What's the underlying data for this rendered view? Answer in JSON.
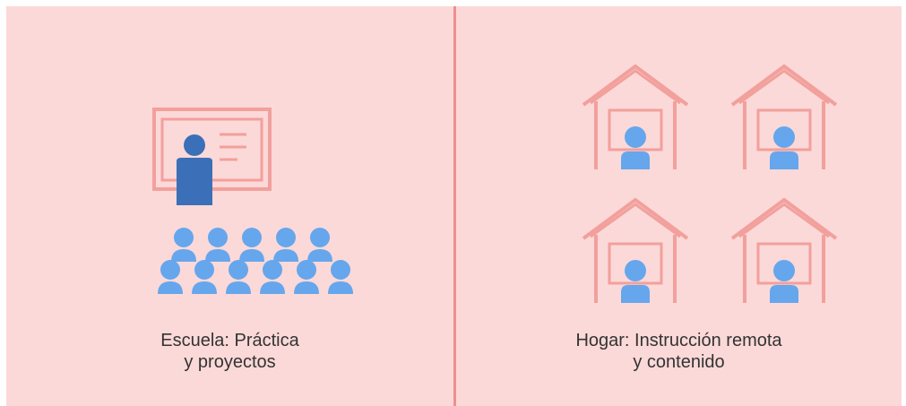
{
  "colors": {
    "background": "#fbd9d8",
    "divider": "#ee8f8d",
    "outline": "#f2a09c",
    "student_blue": "#66a6ec",
    "teacher_blue": "#3b70b8",
    "caption_text": "#333333"
  },
  "school": {
    "icon": "classroom-icon",
    "caption_line1": "Escuela: Práctica",
    "caption_line2": "y proyectos"
  },
  "home": {
    "icon": "house-student-icon",
    "caption_line1": "Hogar: Instrucción remota",
    "caption_line2": "y contenido"
  }
}
